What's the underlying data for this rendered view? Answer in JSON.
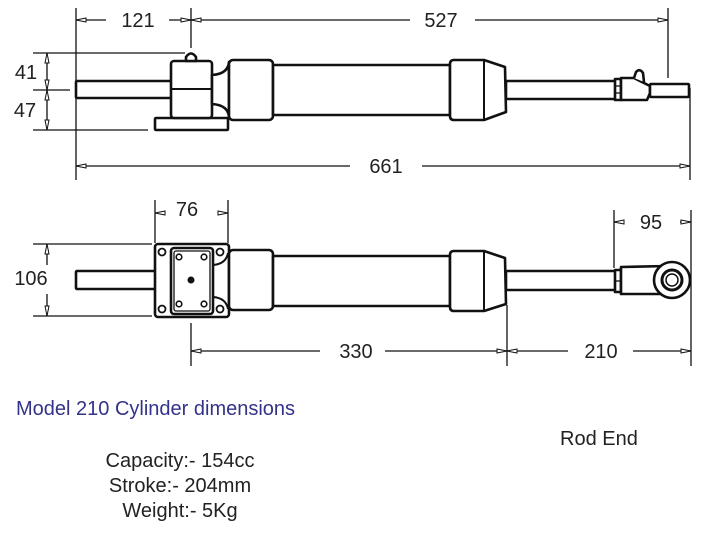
{
  "title": "Model 210 Cylinder dimensions",
  "rod_end_label": "Rod End",
  "specs": [
    "Capacity:- 154cc",
    "Stroke:- 204mm",
    "Weight:- 5Kg"
  ],
  "side_view": {
    "dimensions": {
      "shaft_to_port": "121",
      "port_to_end": "527",
      "overall_length": "661",
      "upper_height": "41",
      "lower_height": "47"
    }
  },
  "top_view": {
    "dimensions": {
      "mount_width": "76",
      "rod_end_length": "95",
      "mount_height": "106",
      "mount_to_gland": "330",
      "gland_to_end": "210"
    }
  },
  "colors": {
    "title": "#33338a",
    "line": "#111111",
    "text": "#222222"
  }
}
